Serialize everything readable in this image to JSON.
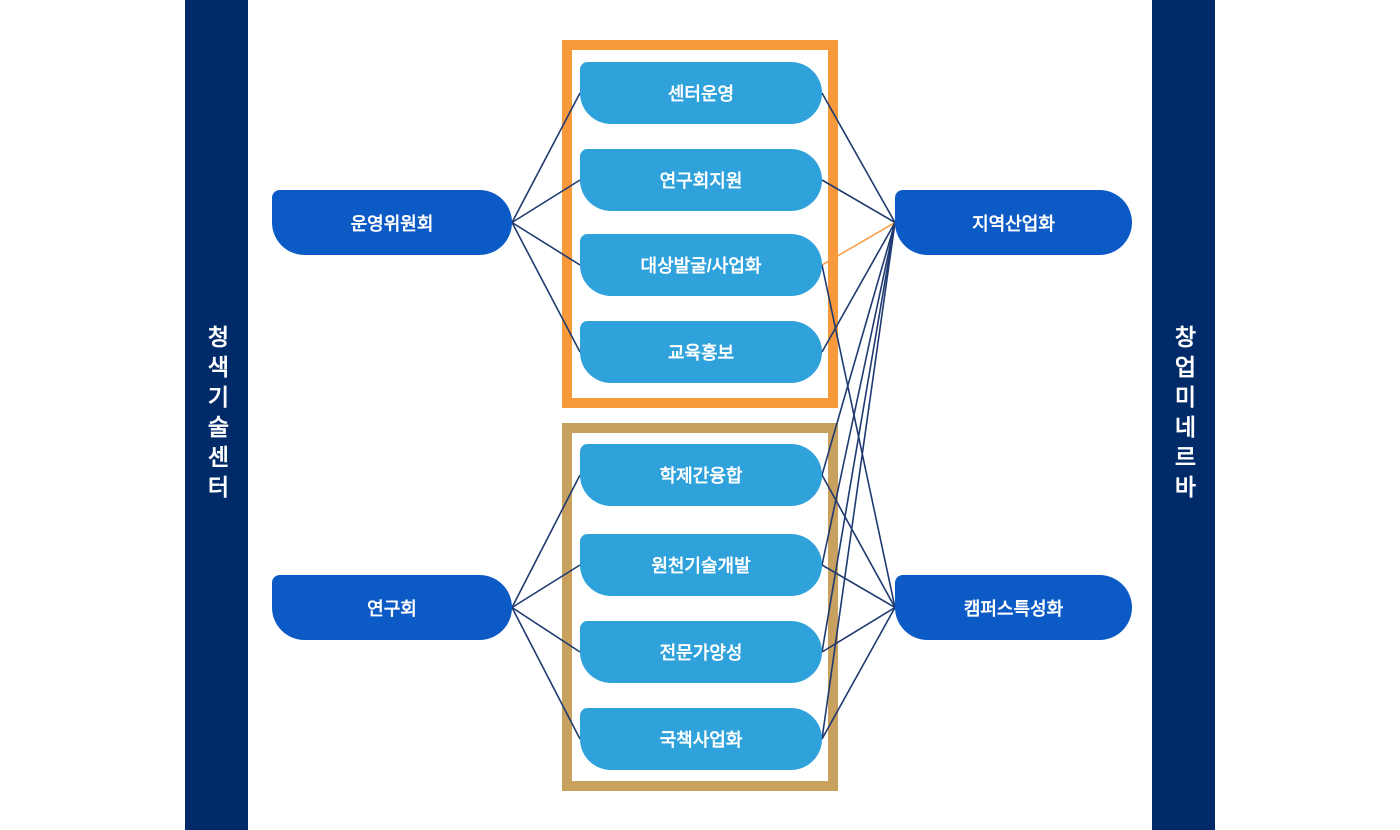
{
  "sidebars": {
    "left": {
      "label": "청색기술센터"
    },
    "right": {
      "label": "창업미네르바"
    }
  },
  "nodes": {
    "committee": {
      "label": "운영위원회"
    },
    "society": {
      "label": "연구회"
    },
    "center_op": {
      "label": "센터운영"
    },
    "research_support": {
      "label": "연구회지원"
    },
    "target_discovery": {
      "label": "대상발굴/사업화"
    },
    "edu_pr": {
      "label": "교육홍보"
    },
    "interdisciplinary": {
      "label": "학제간융합"
    },
    "core_tech": {
      "label": "원천기술개발"
    },
    "expert": {
      "label": "전문가양성"
    },
    "national": {
      "label": "국책사업화"
    },
    "regional": {
      "label": "지역산업화"
    },
    "campus": {
      "label": "캠퍼스특성화"
    }
  },
  "edges": [
    {
      "from": "committee",
      "to": "center-op"
    },
    {
      "from": "committee",
      "to": "research-support"
    },
    {
      "from": "committee",
      "to": "target-discovery"
    },
    {
      "from": "committee",
      "to": "edu-pr"
    },
    {
      "from": "society",
      "to": "interdisciplinary"
    },
    {
      "from": "society",
      "to": "core-tech"
    },
    {
      "from": "society",
      "to": "expert"
    },
    {
      "from": "society",
      "to": "national"
    },
    {
      "from": "center-op",
      "to": "regional"
    },
    {
      "from": "research-support",
      "to": "regional"
    },
    {
      "from": "target-discovery",
      "to": "regional",
      "color": "orange"
    },
    {
      "from": "edu-pr",
      "to": "regional"
    },
    {
      "from": "interdisciplinary",
      "to": "regional"
    },
    {
      "from": "core-tech",
      "to": "regional"
    },
    {
      "from": "expert",
      "to": "regional"
    },
    {
      "from": "national",
      "to": "regional"
    },
    {
      "from": "target-discovery",
      "to": "campus"
    },
    {
      "from": "interdisciplinary",
      "to": "campus"
    },
    {
      "from": "core-tech",
      "to": "campus"
    },
    {
      "from": "expert",
      "to": "campus"
    },
    {
      "from": "national",
      "to": "campus"
    }
  ],
  "colors": {
    "sidebar_navy": "#012A68",
    "node_dark_blue": "#0B5AC6",
    "node_light_blue": "#2FA2DB",
    "group_border_orange": "#F8993B",
    "group_border_tan": "#C9A15E",
    "line_navy": "#1F3A70",
    "line_orange": "#F9A04C",
    "text_white": "#FFFFFF"
  }
}
